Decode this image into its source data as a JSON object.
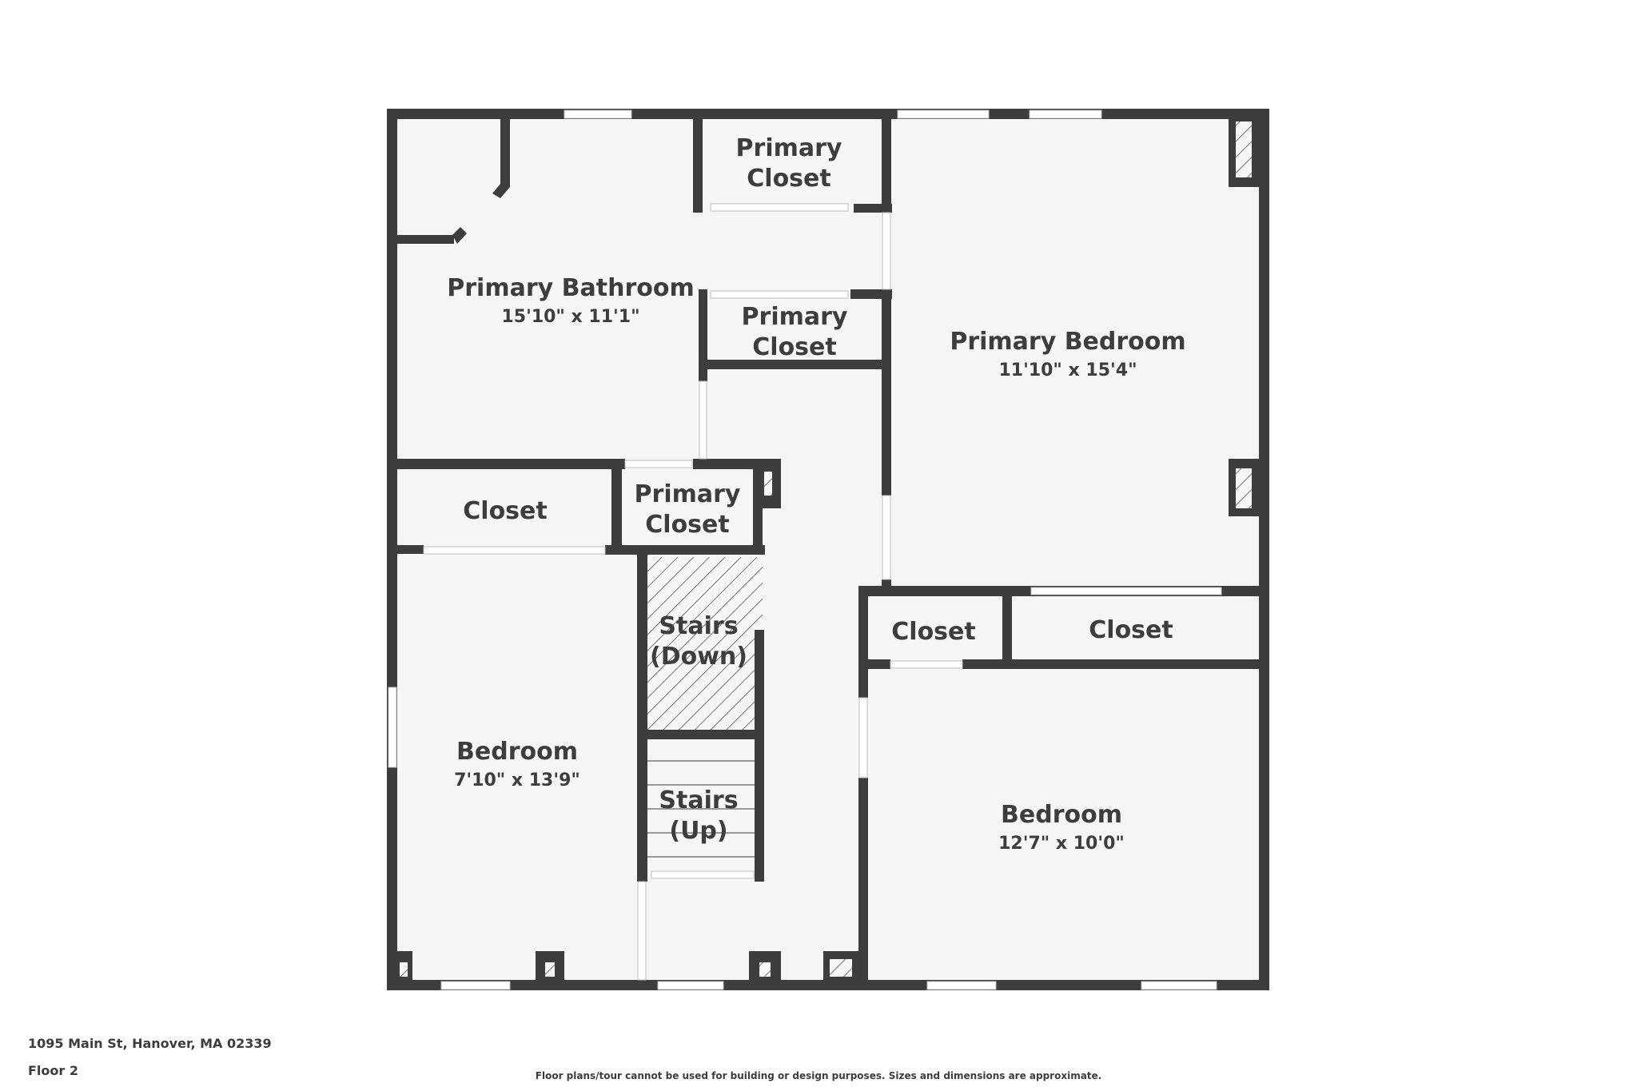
{
  "rooms": {
    "primary_closet_top": {
      "name_line1": "Primary",
      "name_line2": "Closet"
    },
    "primary_bathroom": {
      "name": "Primary Bathroom",
      "dims": "15'10\" x 11'1\""
    },
    "primary_closet_mid": {
      "name_line1": "Primary",
      "name_line2": "Closet"
    },
    "primary_bedroom": {
      "name": "Primary Bedroom",
      "dims": "11'10\" x 15'4\""
    },
    "closet_left": {
      "name": "Closet"
    },
    "primary_closet_low": {
      "name_line1": "Primary",
      "name_line2": "Closet"
    },
    "stairs_down": {
      "name_line1": "Stairs",
      "name_line2": "(Down)"
    },
    "stairs_up": {
      "name_line1": "Stairs",
      "name_line2": "(Up)"
    },
    "closet_right_a": {
      "name": "Closet"
    },
    "closet_right_b": {
      "name": "Closet"
    },
    "bedroom_left": {
      "name": "Bedroom",
      "dims": "7'10\" x 13'9\""
    },
    "bedroom_right": {
      "name": "Bedroom",
      "dims": "12'7\" x 10'0\""
    }
  },
  "footer": {
    "address": "1095 Main St, Hanover, MA 02339",
    "floor": "Floor 2",
    "disclaimer": "Floor plans/tour cannot be used for building or design purposes. Sizes and dimensions are approximate."
  },
  "colors": {
    "wall": "#3d3d3d",
    "floor": "#f6f6f6",
    "opening": "#ffffff",
    "text": "#3d3d3d"
  }
}
